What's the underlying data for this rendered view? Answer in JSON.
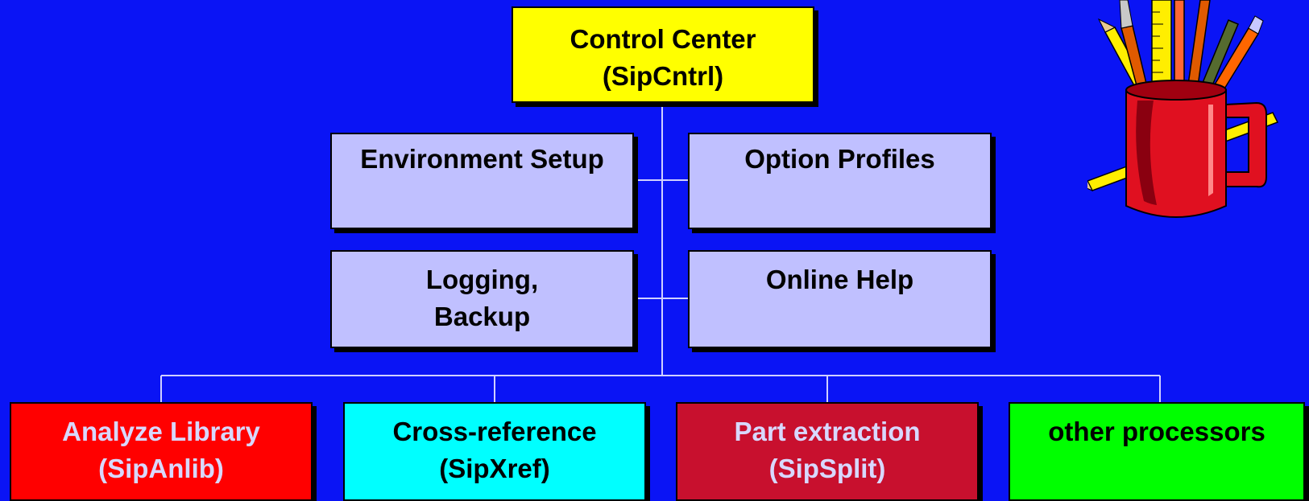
{
  "diagram": {
    "root": {
      "line1": "Control Center",
      "line2": "(SipCntrl)",
      "color": "#ffff00"
    },
    "services": [
      {
        "line1": "Environment Setup",
        "line2": ""
      },
      {
        "line1": "Option Profiles",
        "line2": ""
      },
      {
        "line1": "Logging,",
        "line2": "Backup"
      },
      {
        "line1": "Online Help",
        "line2": ""
      }
    ],
    "service_color": "#c0c0ff",
    "processors": [
      {
        "line1": "Analyze Library",
        "line2": "(SipAnlib)",
        "color": "#ff0000",
        "text_color": "#d8d8ff"
      },
      {
        "line1": "Cross-reference",
        "line2": "(SipXref)",
        "color": "#00ffff",
        "text_color": "#000000"
      },
      {
        "line1": "Part extraction",
        "line2": "(SipSplit)",
        "color": "#c8102e",
        "text_color": "#d8d8ff"
      },
      {
        "line1": "other processors",
        "line2": "",
        "color": "#00ff00",
        "text_color": "#000000"
      }
    ],
    "background_color": "#0a14f5",
    "connector_color": "#d0d0ff"
  },
  "decoration": {
    "icon": "pencil-cup-icon"
  }
}
